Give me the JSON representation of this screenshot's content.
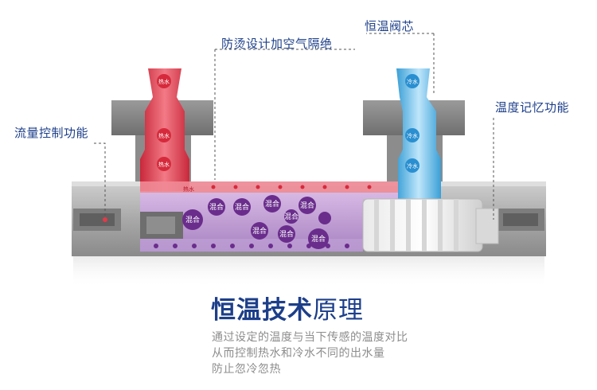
{
  "callouts": {
    "anti_scald": "防烫设计加空气隔绝",
    "thermostatic_core": "恒温阀芯",
    "flow_control": "流量控制功能",
    "temp_memory": "温度记忆功能"
  },
  "diagram_labels": {
    "hot_water": "热水",
    "cold_water": "冷水",
    "mixed": "混合"
  },
  "title": {
    "bold": "恒温技术",
    "regular": "原理"
  },
  "description": [
    "通过设定的温度与当下传感的温度对比",
    "从而控制热水和冷水不同的出水量",
    "防止忽冷忽热"
  ],
  "colors": {
    "title": "#1d3f8a",
    "hot": "#e4404e",
    "cold": "#58b8e8",
    "mix": "#6a2d8c",
    "body": "#b9b9b9"
  }
}
